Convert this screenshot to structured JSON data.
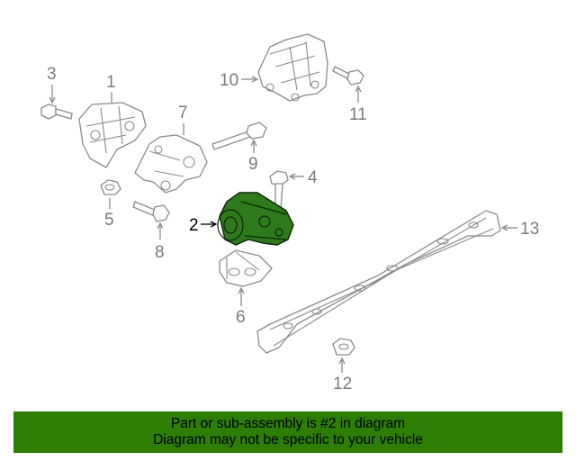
{
  "diagram": {
    "callouts": {
      "c1": "1",
      "c2": "2",
      "c3": "3",
      "c4": "4",
      "c5": "5",
      "c6": "6",
      "c7": "7",
      "c8": "8",
      "c9": "9",
      "c10": "10",
      "c11": "11",
      "c12": "12",
      "c13": "13"
    },
    "highlighted_part": "2",
    "colors": {
      "highlight_fill": "#2f7a1c",
      "line": "#8a8a8a",
      "banner": "#2e7d05"
    }
  },
  "banner": {
    "line1": "Part or sub-assembly is #2 in diagram",
    "line2": "Diagram may not be specific to your vehicle"
  }
}
